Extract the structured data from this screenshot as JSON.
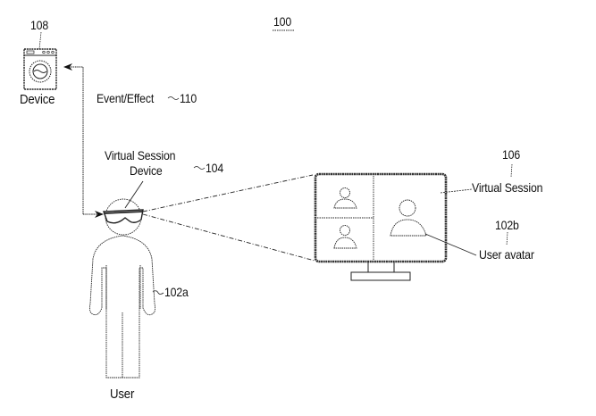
{
  "figure": {
    "number": "100",
    "labels": {
      "device_ref": "108",
      "device": "Device",
      "event_effect": "Event/Effect",
      "event_effect_ref": "110",
      "vsd_line1": "Virtual Session",
      "vsd_line2": "Device",
      "vsd_ref": "104",
      "virtual_session_ref": "106",
      "virtual_session": "Virtual Session",
      "user_avatar_ref": "102b",
      "user_avatar": "User avatar",
      "user_ref": "102a",
      "user": "User"
    }
  }
}
